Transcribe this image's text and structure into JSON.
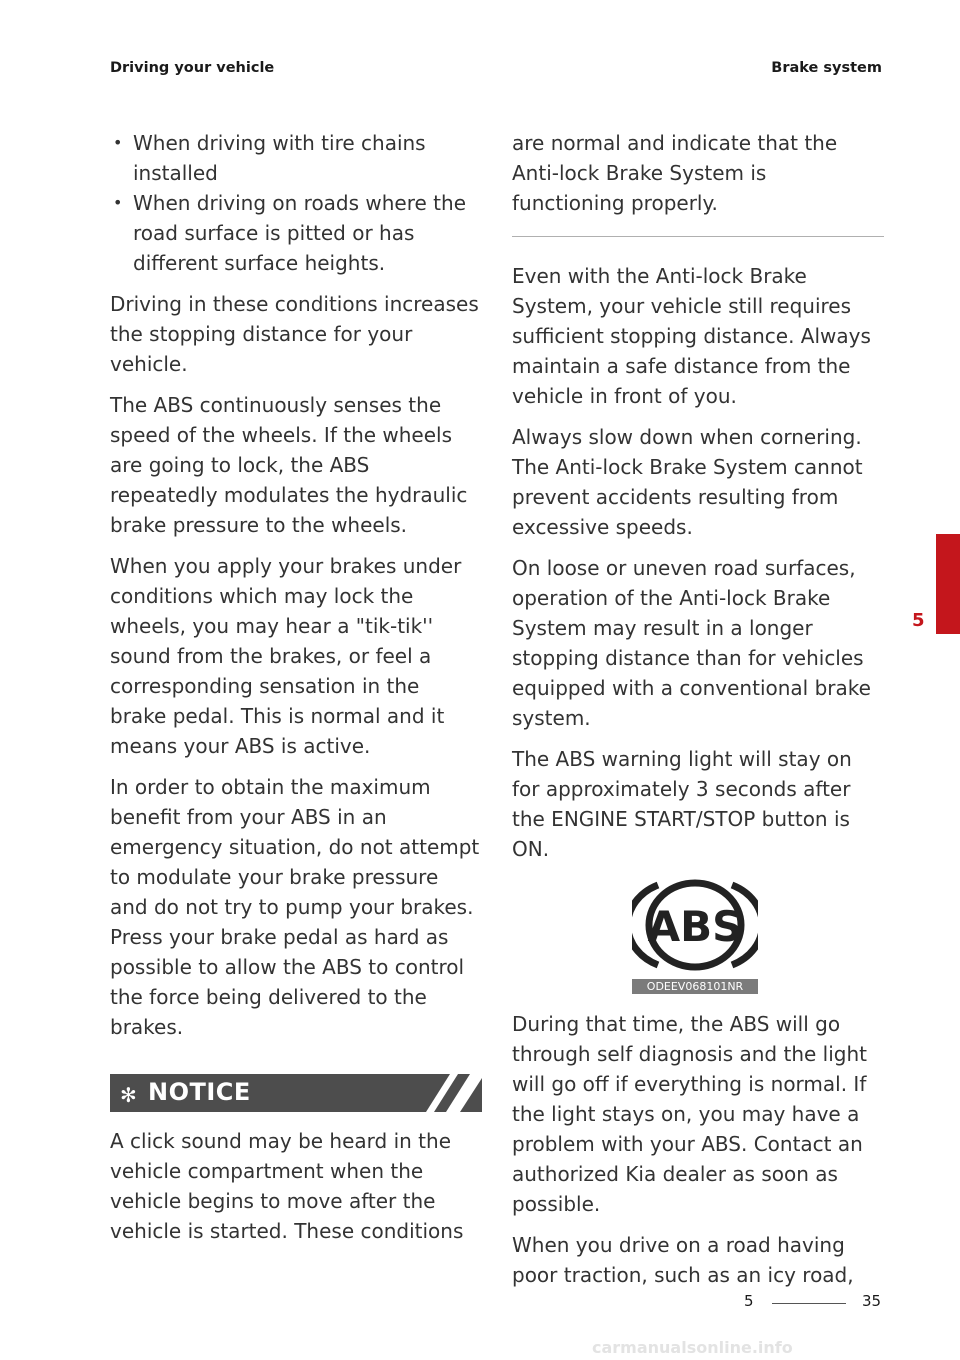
{
  "header": {
    "left": "Driving your vehicle",
    "right": "Brake system"
  },
  "left_column": {
    "bullets": [
      "When driving with tire chains installed",
      "When driving on roads where the road surface is pitted or has different surface heights."
    ],
    "paragraphs": [
      "Driving in these conditions increases the stopping distance for your vehicle.",
      "The ABS continuously senses the speed of the wheels. If the wheels are going to lock, the ABS repeatedly modulates the hydraulic brake pressure to the wheels.",
      "When you apply your brakes under conditions which may lock the wheels, you may hear a \"tik-tik'' sound from the brakes, or feel a corresponding sensation in the brake pedal. This is normal and it means your ABS is active.",
      "In order to obtain the maximum benefit from your ABS in an emergency situation, do not attempt to modulate your brake pressure and do not try to pump your brakes. Press your brake pedal as hard as possible to allow the ABS to control the force being delivered to the brakes."
    ],
    "notice": {
      "symbol": "✻",
      "title": "NOTICE",
      "text": "A click sound may be heard in the vehicle compartment when the vehicle begins to move after the vehicle is started. These conditions"
    }
  },
  "right_column": {
    "notice_continued": "are normal and indicate that the Anti-lock Brake System is functioning properly.",
    "paragraphs_before_figure": [
      "Even with the Anti-lock Brake System, your vehicle still requires sufficient stopping distance. Always maintain a safe distance from the vehicle in front of you.",
      "Always slow down when cornering. The Anti-lock Brake System cannot prevent accidents resulting from excessive speeds.",
      "On loose or uneven road surfaces, operation of the Anti-lock Brake System may result in a longer stopping distance than for vehicles equipped with a conventional brake system.",
      "The ABS warning light will stay on for approximately 3 seconds after the ENGINE START/STOP button is ON."
    ],
    "figure": {
      "icon": "abs-warning-icon",
      "icon_text": "ABS",
      "code": "ODEEV068101NR"
    },
    "paragraphs_after_figure": [
      "During that time, the ABS will go through self diagnosis and the light will go off if everything is normal. If the light stays on, you may have a problem with your ABS. Contact an authorized Kia dealer as soon as possible.",
      "When you drive on a road having poor traction, such as an icy road,"
    ]
  },
  "side_tab": {
    "number": "5"
  },
  "footer": {
    "section": "5",
    "page": "35"
  },
  "watermark": "carmanualsonline.info",
  "colors": {
    "accent": "#c4161c",
    "notice_bg": "#4d4d4d"
  }
}
